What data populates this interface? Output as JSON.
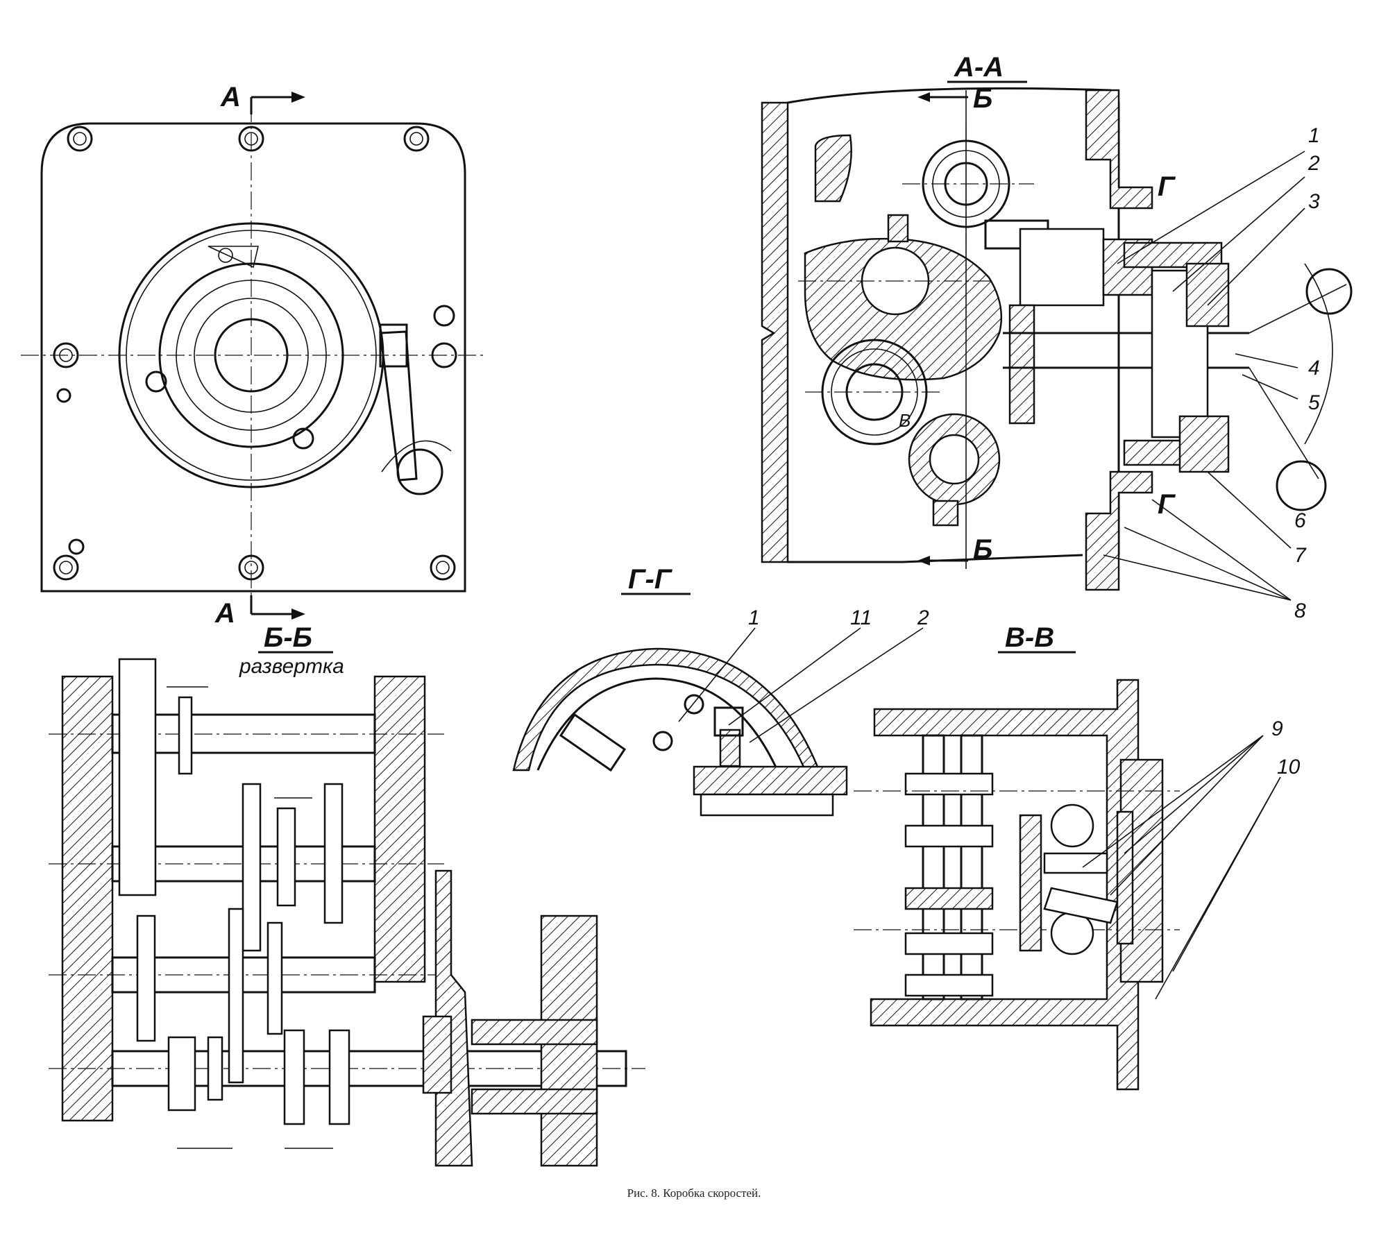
{
  "views": {
    "front": {
      "cut_mark": "А"
    },
    "section_aa": {
      "title": "А-А",
      "cut_b": "Б",
      "cut_g": "Г",
      "cut_v": "В"
    },
    "section_bb": {
      "title": "Б-Б",
      "subtitle": "развертка"
    },
    "section_gg": {
      "title": "Г-Г"
    },
    "section_vv": {
      "title": "В-В"
    }
  },
  "callouts": {
    "aa": [
      "1",
      "2",
      "3",
      "4",
      "5",
      "6",
      "7",
      "8"
    ],
    "gg": [
      "1",
      "11",
      "2"
    ],
    "vv": [
      "9",
      "10"
    ]
  },
  "caption": "Рис. 8. Коробка скоростей."
}
